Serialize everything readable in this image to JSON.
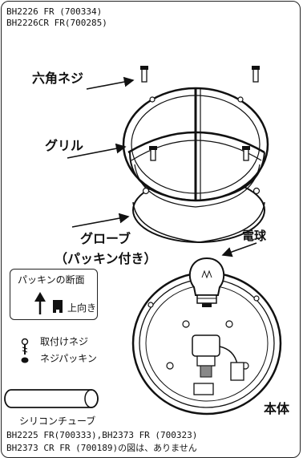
{
  "header": {
    "line1": "BH2226 FR (700334)",
    "line2": "BH2226CR FR(700285)"
  },
  "parts": {
    "hex_screw": "六角ネジ",
    "grill": "グリル",
    "globe": "グローブ",
    "packing_note": "（パッキン付き）",
    "bulb": "電球",
    "body": "本体",
    "mount_screw": "取付けネジ",
    "screw_packing": "ネジパッキン",
    "silicone_tube": "シリコンチューブ"
  },
  "packing_box": {
    "title": "パッキンの断面",
    "direction": "上向き"
  },
  "footer": {
    "line1": "BH2225 FR(700333),BH2373 FR (700323)",
    "line2": "BH2373 CR FR (700189)の図は、ありません"
  }
}
